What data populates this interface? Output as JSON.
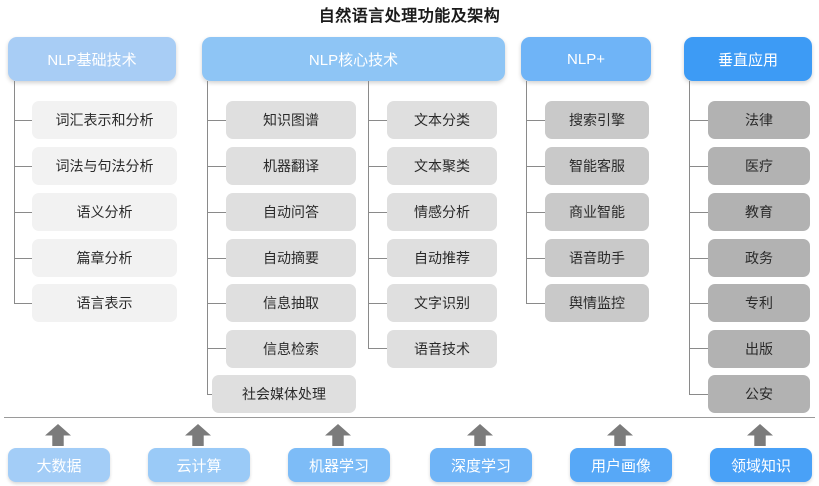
{
  "title": "自然语言处理功能及架构",
  "colors": {
    "header_basic": "#a8cdf5",
    "header_core": "#8ec5f5",
    "header_plus": "#6fb4f7",
    "header_vertical": "#3d9bf5",
    "leaf_basic": "#f2f2f2",
    "leaf_core": "#dfdfdf",
    "leaf_plus": "#c9c9c9",
    "leaf_vertical": "#b2b2b2",
    "connector": "#8a8a8a",
    "arrow": "#7b7b7b",
    "title_text": "#1a1a1a"
  },
  "columns": [
    {
      "id": "nlp-basic",
      "header": "NLP基础技术",
      "groups": [
        {
          "items": [
            "词汇表示和分析",
            "词法与句法分析",
            "语义分析",
            "篇章分析",
            "语言表示"
          ]
        }
      ]
    },
    {
      "id": "nlp-core",
      "header": "NLP核心技术",
      "groups": [
        {
          "items": [
            "知识图谱",
            "机器翻译",
            "自动问答",
            "自动摘要",
            "信息抽取",
            "信息检索",
            "社会媒体处理"
          ]
        },
        {
          "items": [
            "文本分类",
            "文本聚类",
            "情感分析",
            "自动推荐",
            "文字识别",
            "语音技术"
          ]
        }
      ]
    },
    {
      "id": "nlp-plus",
      "header": "NLP+",
      "groups": [
        {
          "items": [
            "搜索引擎",
            "智能客服",
            "商业智能",
            "语音助手",
            "舆情监控"
          ]
        }
      ]
    },
    {
      "id": "vertical-app",
      "header": "垂直应用",
      "groups": [
        {
          "items": [
            "法律",
            "医疗",
            "教育",
            "政务",
            "专利",
            "出版",
            "公安"
          ]
        }
      ]
    }
  ],
  "foundation": {
    "items": [
      "大数据",
      "云计算",
      "机器学习",
      "深度学习",
      "用户画像",
      "领域知识"
    ],
    "arrow_icon": "arrow-up-icon"
  }
}
